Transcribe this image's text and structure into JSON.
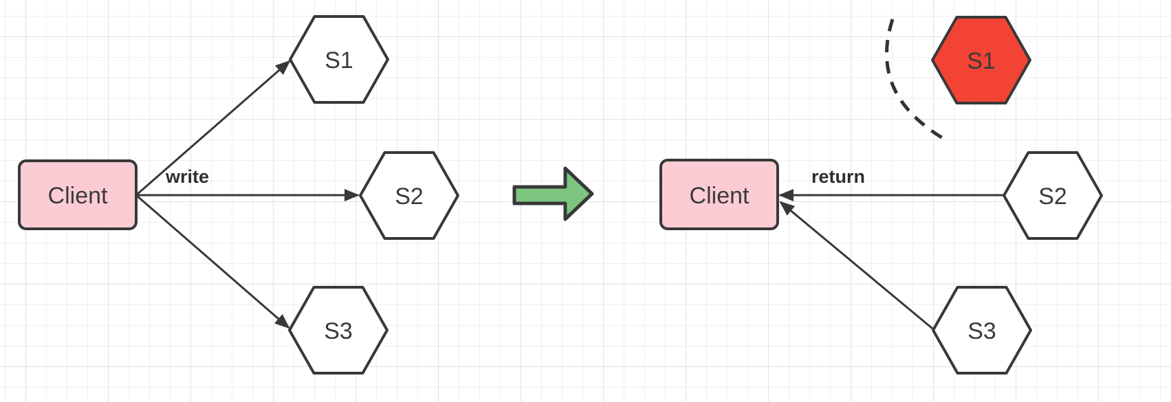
{
  "diagram": {
    "left": {
      "client_label": "Client",
      "edge_label": "write",
      "servers": [
        {
          "label": "S1",
          "status": "ok"
        },
        {
          "label": "S2",
          "status": "ok"
        },
        {
          "label": "S3",
          "status": "ok"
        }
      ]
    },
    "right": {
      "client_label": "Client",
      "edge_label": "return",
      "servers": [
        {
          "label": "S1",
          "status": "failed"
        },
        {
          "label": "S2",
          "status": "ok"
        },
        {
          "label": "S3",
          "status": "ok"
        }
      ]
    }
  },
  "colors": {
    "client_fill": "#fbccd3",
    "server_fill": "#ffffff",
    "failed_server_fill": "#f24334",
    "transition_arrow_fill": "#7ec580",
    "stroke": "#383838",
    "label_text": "#3a3a3a",
    "grid_minor": "#efefef",
    "grid_major": "#e2e2e2",
    "background": "#ffffff"
  }
}
